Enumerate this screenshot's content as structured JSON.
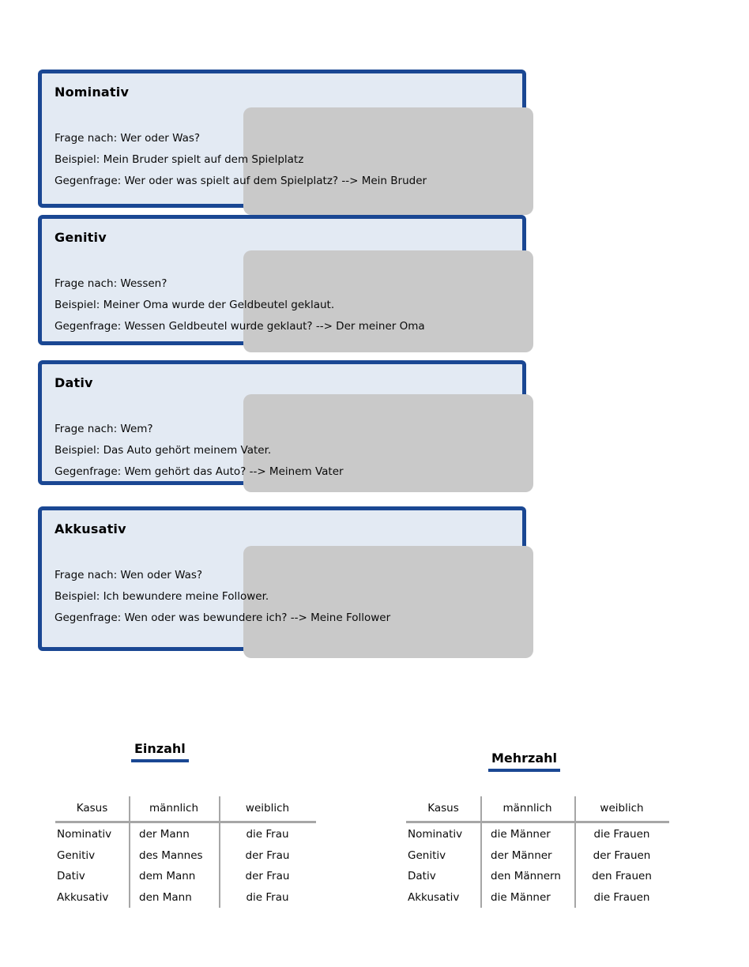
{
  "colors": {
    "box_border": "#1a4793",
    "box_fill": "#e3eaf3",
    "shadow": "#c9c9c9",
    "table_line": "#a6a6a6",
    "title_underline": "#1a4793"
  },
  "cases": [
    {
      "title": "Nominativ",
      "lines": [
        "Frage nach: Wer oder Was?",
        "Beispiel: Mein Bruder spielt auf dem Spielplatz",
        "Gegenfrage: Wer oder was spielt auf dem Spielplatz? --> Mein Bruder"
      ]
    },
    {
      "title": "Genitiv",
      "lines": [
        "Frage nach: Wessen?",
        "Beispiel: Meiner Oma wurde der Geldbeutel geklaut.",
        "Gegenfrage: Wessen Geldbeutel wurde geklaut? --> Der meiner Oma"
      ]
    },
    {
      "title": "Dativ",
      "lines": [
        "Frage nach: Wem?",
        "Beispiel: Das Auto gehört meinem Vater.",
        "Gegenfrage: Wem gehört das Auto? --> Meinem Vater"
      ]
    },
    {
      "title": "Akkusativ",
      "lines": [
        "Frage nach: Wen oder Was?",
        "Beispiel: Ich bewundere meine Follower.",
        "Gegenfrage: Wen oder was bewundere ich? --> Meine Follower"
      ]
    }
  ],
  "tables": [
    {
      "title": "Einzahl",
      "headers": [
        "Kasus",
        "männlich",
        "weiblich"
      ],
      "rows": [
        [
          "Nominativ",
          "der Mann",
          "die Frau"
        ],
        [
          "Genitiv",
          "des Mannes",
          "der Frau"
        ],
        [
          "Dativ",
          "dem Mann",
          "der Frau"
        ],
        [
          "Akkusativ",
          "den Mann",
          "die Frau"
        ]
      ]
    },
    {
      "title": "Mehrzahl",
      "headers": [
        "Kasus",
        "männlich",
        "weiblich"
      ],
      "rows": [
        [
          "Nominativ",
          "die Männer",
          "die Frauen"
        ],
        [
          "Genitiv",
          "der Männer",
          "der Frauen"
        ],
        [
          "Dativ",
          "den Männern",
          "den Frauen"
        ],
        [
          "Akkusativ",
          "die Männer",
          "die Frauen"
        ]
      ]
    }
  ]
}
